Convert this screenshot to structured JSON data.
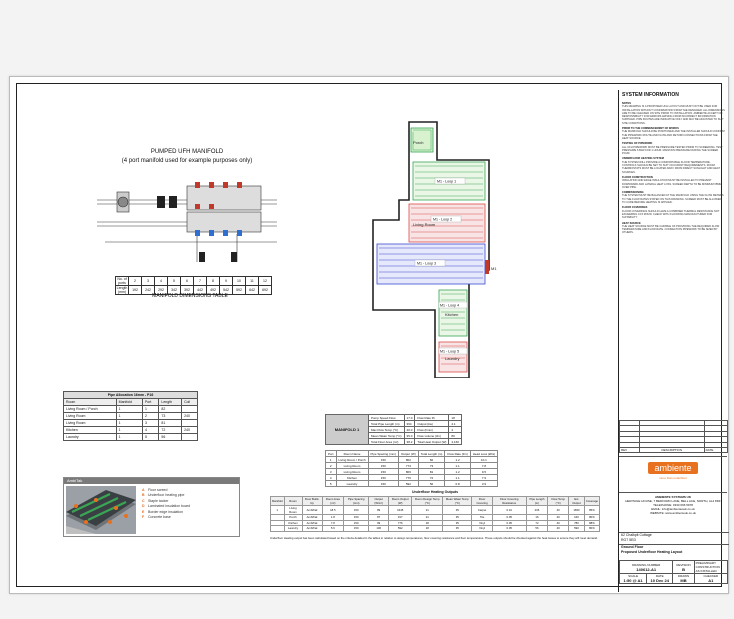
{
  "manifold_title": {
    "line1": "PUMPED UFH MANIFOLD",
    "line2": "(4 port manifold used for example purposes only)"
  },
  "dims": {
    "row1_label": "No. of ports",
    "row2_label": "Length (mm)",
    "ports": [
      "2",
      "3",
      "4",
      "5",
      "6",
      "7",
      "8",
      "9",
      "10",
      "11",
      "12"
    ],
    "lengths": [
      "192",
      "242",
      "292",
      "342",
      "392",
      "442",
      "492",
      "542",
      "592",
      "642",
      "692"
    ],
    "caption": "MANIFOLD DIMENSIONS TABLE"
  },
  "pipe": {
    "title": "Pipe Allocation 16mm - P16",
    "headers": [
      "Room",
      "Manifold",
      "Port",
      "Length",
      "Coil"
    ],
    "rows": [
      [
        "Living Room / Porch",
        "1",
        "1",
        "82",
        ""
      ],
      [
        "Living Room",
        "1",
        "2",
        "73",
        "240"
      ],
      [
        "Living Room",
        "1",
        "3",
        "81",
        ""
      ],
      [
        "Kitchen",
        "1",
        "4",
        "72",
        "240"
      ],
      [
        "Laundry",
        "1",
        "5",
        "56",
        ""
      ]
    ]
  },
  "ambitak": {
    "title": "AmbiTak",
    "items": [
      {
        "k": "A",
        "t": "Floor screed"
      },
      {
        "k": "B",
        "t": "Underfloor heating pipe"
      },
      {
        "k": "C",
        "t": "Staple tacker"
      },
      {
        "k": "D",
        "t": "Laminated insulation board"
      },
      {
        "k": "E",
        "t": "Border edge insulation"
      },
      {
        "k": "F",
        "t": "Concrete base"
      }
    ]
  },
  "plan": {
    "rooms": [
      "Porch",
      "Living Room",
      "Kitchen",
      "Laundry"
    ],
    "loops": [
      "M1 - Loop 1",
      "M1 - Loop 2",
      "M1 - Loop 3",
      "M1 - Loop 4",
      "M1 - Loop 5"
    ],
    "manifold_label": "M1"
  },
  "manifold_info": {
    "label": "MANIFOLD 1",
    "rows": [
      [
        "Pump Speed Flow",
        "17.0",
        "Flow Rate l/h",
        "18"
      ],
      [
        "Total Pipe Length (m)",
        "364",
        "Output (kw)",
        "4.1"
      ],
      [
        "Max Flow Temp (°C)",
        "40.0",
        "Flow (l/min)",
        "4"
      ],
      [
        "Mean Water Temp (°C)",
        "35.0",
        "Flow volume (l/m)",
        "80"
      ],
      [
        "Total Floor Area (m²)",
        "38.2",
        "Total Heat Output (W)",
        "4,160"
      ]
    ]
  },
  "zones": {
    "headers": [
      "Port",
      "Room Name",
      "Pipe Spacing (mm)",
      "Output (W)",
      "Total Length (m)",
      "Flow Rate (l/m)",
      "Head Loss (kPa)"
    ],
    "rows": [
      [
        "1",
        "Living Room / Porch",
        "150",
        "802",
        "82",
        "1.2",
        "10.1"
      ],
      [
        "2",
        "Living Room",
        "150",
        "773",
        "73",
        "1.1",
        "7.8"
      ],
      [
        "3",
        "Living Room",
        "150",
        "806",
        "81",
        "1.2",
        "9.5"
      ],
      [
        "4",
        "Kitchen",
        "150",
        "776",
        "72",
        "1.1",
        "7.9"
      ],
      [
        "5",
        "Laundry",
        "150",
        "592",
        "56",
        "0.8",
        "3.9"
      ]
    ]
  },
  "outputs": {
    "title": "Underfloor Heating Outputs",
    "headers": [
      "Manifold",
      "Room",
      "Floor Build-Up",
      "Room Area (m²)",
      "Pipe Spacing (mm)",
      "Output (W/m²)",
      "Room Output (W)",
      "Room Design Temp (°C)",
      "Mean Water Temp (°C)",
      "Floor Covering",
      "Floor Covering Resistance",
      "Pipe Length (m)",
      "Flow Temp (°C)",
      "Est Output",
      "Coverage"
    ],
    "rows": [
      [
        "1",
        "Living Room",
        "AmbiTak",
        "18.5",
        "150",
        "89",
        "1645",
        "21",
        "35",
        "Carpet",
        "0.10",
        "236",
        "40",
        "1650",
        "85%"
      ],
      [
        "",
        "Porch",
        "AmbiTak",
        "1.8",
        "150",
        "87",
        "157",
        "21",
        "35",
        "Tile",
        "0.05",
        "16",
        "40",
        "160",
        "80%"
      ],
      [
        "",
        "Kitchen",
        "AmbiTak",
        "7.8",
        "150",
        "99",
        "776",
        "18",
        "35",
        "Vinyl",
        "0.05",
        "72",
        "40",
        "780",
        "88%"
      ],
      [
        "",
        "Laundry",
        "AmbiTak",
        "5.6",
        "150",
        "106",
        "592",
        "18",
        "35",
        "Vinyl",
        "0.05",
        "56",
        "40",
        "590",
        "80%"
      ]
    ],
    "note": "Underfloor Heating output has been calculated based on the criteria detailed in the tables in relation to design temperatures, floor covering resistance and floor temperatures. These outputs should be checked against the heat losses to ensure they will meet demand."
  },
  "system": {
    "title": "SYSTEM INFORMATION",
    "sections": [
      {
        "h": "NOTES",
        "t": "THIS DRAWING IS A PROPOSED UFH LAYOUT AND MUST NOT BE USED FOR INSTALLATION WITHOUT CONFIRMATION FROM THE DESIGNER. ALL DIMENSIONS ARE TO BE CHECKED ON SITE PRIOR TO INSTALLATION. AMBIENTE ACCEPT NO RESPONSIBILITY FOR ERRORS ARISING FROM INCORRECT INFORMATION SUPPLIED. PIPE ROUTES ARE INDICATIVE ONLY AND MAY BE ADJUSTED TO SUIT SITE CONDITIONS."
      },
      {
        "h": "PRIOR TO THE COMMENCEMENT OF WORKS",
        "t": "THE MANIFOLD SHOULD BE POSITIONED AND THE INSTALLER SHOULD CONFIRM THE PIPEWORK ROUTE AND FLOW AND RETURN CONNECTIONS FROM THE HEAT SOURCE."
      },
      {
        "h": "TESTING OF PIPEWORK",
        "t": "ALL UFH PIPEWORK MUST BE PRESSURE TESTED PRIOR TO SCREEDING. TEST PRESSURE 6 BAR FOR 1 HOUR. MAINTAIN PRESSURE DURING THE SCREED POUR."
      },
      {
        "h": "UNDERFLOOR HEATING SYSTEM",
        "t": "THE SYSTEM WILL PROVIDE A COMFORTABLE FLOOR TEMPERATURE. CONTROLS SHOULD BE SET TO SUIT OCCUPANT REQUIREMENTS. ROOM THERMOSTATS MUST BE LOCATED AWAY FROM DIRECT SUNLIGHT AND HEAT SOURCES."
      },
      {
        "h": "FLOOR CONSTRUCTION",
        "t": "INSULATION AND EDGE INSULATION MUST BE INSTALLED TO PREVENT DOWNWARD AND LATERAL HEAT LOSS. SCREED DEPTH TO BE MINIMUM 65MM OVER PIPE."
      },
      {
        "h": "COMMISSIONING",
        "t": "THE SYSTEM MUST BE BALANCED AT THE MANIFOLD USING THE FLOW METERS TO THE FLOW RATES STATED ON THIS DRAWING. SCREED MUST BE ALLOWED TO CURE BEFORE HEATING IS APPLIED."
      },
      {
        "h": "FLOOR COVERINGS",
        "t": "FLOOR COVERINGS SHOULD HAVE A COMBINED THERMAL RESISTANCE NOT EXCEEDING 0.15 M²K/W. CHECK WITH FLOORING MANUFACTURER FOR SUITABILITY."
      },
      {
        "h": "HEAT SOURCE",
        "t": "THE HEAT SOURCE MUST BE CAPABLE OF PROVIDING THE REQUIRED FLOW TEMPERATURE AND FLOW RATE. CONNECTION PIPEWORK TO BE SIZED BY OTHERS."
      }
    ]
  },
  "revisions": {
    "headers": [
      "REV",
      "DESCRIPTION",
      "DATE"
    ]
  },
  "company": {
    "logo": "ambiente",
    "tagline": "more than underfloor",
    "name": "AMBIENTE SYSTEMS UK",
    "address": "HERITAGE HOUSE, 7 BEDFORD LANE, BELL ACE, NORTH, AL4 8DF",
    "phone": "TELEPHONE: 0333 666 5978",
    "email": "EMAIL: info@ambientesuk.co.uk",
    "web": "WEBSITE: www.ambienteuk.co.uk"
  },
  "client": {
    "line1": "62 Chalkpit Cottage",
    "line2": "RG7 5ED"
  },
  "drawing_title": {
    "line1": "Ground Floor",
    "line2": "Proposed Underfloor Heating Layout"
  },
  "meta": {
    "drawing_number_label": "DRAWING NUMBER",
    "drawing_number": "140612-A1",
    "revision_label": "REVISION",
    "revision": "B",
    "status": [
      "PRELIMINARY",
      "CONSTRUCTION",
      "AS INSTALLED"
    ],
    "scale_label": "SCALE",
    "scale": "1:50 @ A1",
    "date_label": "DATE",
    "date": "10 Dec 24",
    "drawn_label": "DRAWN",
    "drawn": "MB",
    "checked_label": "CHECKED",
    "checked": "A1"
  }
}
